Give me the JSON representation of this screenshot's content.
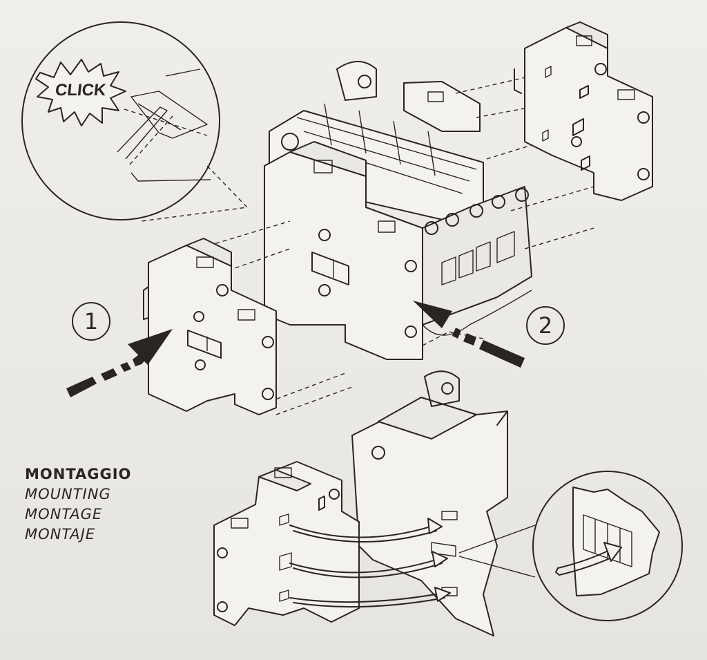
{
  "callout_click": "CLICK",
  "steps": {
    "one": "1",
    "two": "2"
  },
  "caption": {
    "it": "MONTAGGIO",
    "en": "MOUNTING",
    "fr": "MONTAGE",
    "es": "MONTAJE"
  },
  "colors": {
    "ink": "#2a2422",
    "paper": "#ebe9e4"
  }
}
